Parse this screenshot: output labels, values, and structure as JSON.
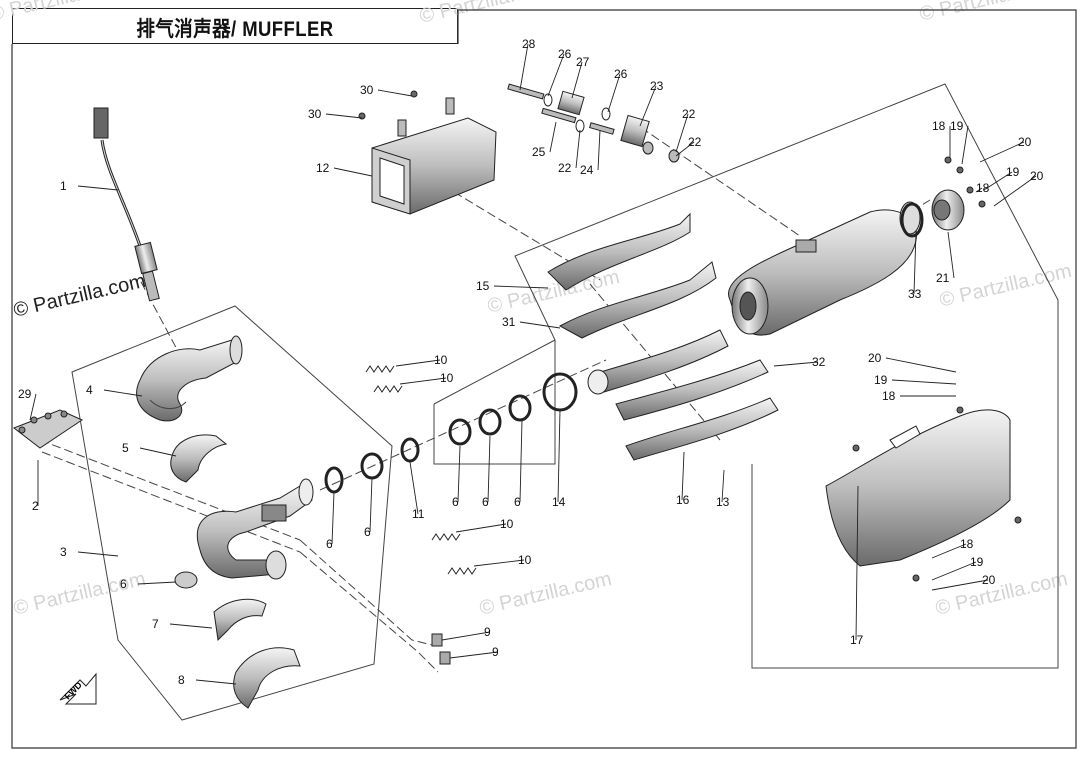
{
  "title": "排气消声器/ MUFFLER",
  "watermarks": [
    {
      "text": "© Partzilla.com",
      "strong": true
    },
    {
      "text": "© Partzilla.com",
      "strong": false
    },
    {
      "text": "© Partzilla.com",
      "strong": false
    },
    {
      "text": "© Partzilla.com",
      "strong": false
    },
    {
      "text": "© Partzilla.com",
      "strong": false
    },
    {
      "text": "© Partzilla.com",
      "strong": false
    },
    {
      "text": "© Partzilla.com",
      "strong": false
    },
    {
      "text": "© Partzilla.com",
      "strong": false
    },
    {
      "text": "© Partzilla.com",
      "strong": false
    }
  ],
  "fwd_label": "FWD",
  "callouts": [
    "28",
    "26",
    "27",
    "26",
    "23",
    "22",
    "30",
    "30",
    "25",
    "22",
    "24",
    "22",
    "18",
    "19",
    "20",
    "19",
    "18",
    "20",
    "12",
    "1",
    "29",
    "2",
    "4",
    "5",
    "3",
    "6",
    "7",
    "8",
    "15",
    "31",
    "10",
    "10",
    "32",
    "11",
    "6",
    "6",
    "6",
    "6",
    "6",
    "14",
    "16",
    "13",
    "10",
    "10",
    "9",
    "9",
    "20",
    "19",
    "18",
    "33",
    "21",
    "18",
    "19",
    "20",
    "17"
  ]
}
